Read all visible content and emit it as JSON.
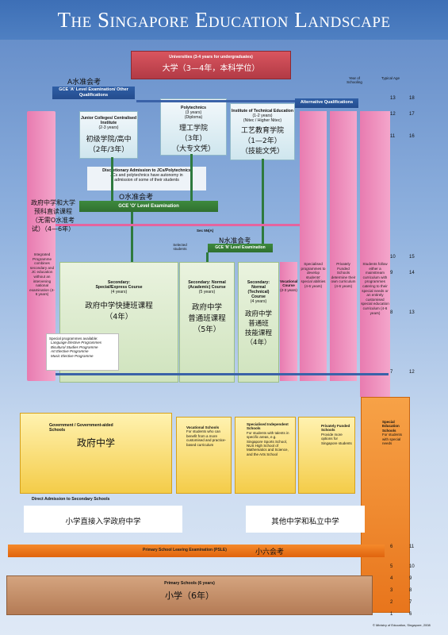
{
  "title": "The Singapore Education Landscape",
  "year_of_schooling_label": "Year of Schooling",
  "typical_age_label": "Typical Age",
  "universities": {
    "title": "Universities (3-4 years for undergraduates)",
    "zh": "大学（3—4年，本科学位）"
  },
  "a_level": {
    "zh": "A水准会考",
    "label": "GCE 'A' Level Examination/ Other Qualifications"
  },
  "alternative_qualifications": "Alternative Qualifications",
  "junior_colleges": {
    "title": "Junior Colleges/ Centralised Institute",
    "years": "(2-3 years)",
    "zh1": "初级学院/高中",
    "zh2": "（2年/3年）"
  },
  "polytechnics": {
    "title": "Polytechnics",
    "years": "(3 years)",
    "diploma": "(Diploma)",
    "zh1": "理工学院",
    "zh2": "（3年）",
    "zh3": "（大专文凭）"
  },
  "ite": {
    "title": "Institute of Technical Education",
    "years": "(1-2 years)",
    "cert": "(Nitec / Higher Nitec)",
    "zh1": "工艺教育学院",
    "zh2": "（1—2年）",
    "zh3": "（技能文凭）"
  },
  "discretionary": {
    "title": "Discretionary Admission to JCs/Polytechnics",
    "text": "JCs and polytechnics have autonomy in admission of some of their students"
  },
  "o_level": {
    "zh": "O水准会考",
    "label": "GCE 'O' Level Examination"
  },
  "integrated": {
    "zh": "政府中学和大学预科直读课程（无需O水准考试）（4—6年）",
    "text": "Integrated Programme combines secondary and JC education without an intervening national examination (4-6 years)"
  },
  "sec5": "Sec 5N(A)",
  "n_level": {
    "zh": "N水准会考",
    "label": "GCE 'N' Level Examination"
  },
  "selected_students": "Selected students",
  "express": {
    "title": "Secondary: Special/Express Course",
    "years": "(4 years)",
    "zh1": "政府中学快捷班课程",
    "zh2": "（4年）"
  },
  "special_programmes": {
    "title": "Special programmes available:",
    "items": [
      "Language Elective Programmes",
      "Bicultural Studies Programme",
      "Art Elective Programme",
      "Music Elective Programme"
    ]
  },
  "normal_academic": {
    "title": "Secondary: Normal (Academic) Course",
    "years": "(5 years)",
    "zh1": "政府中学",
    "zh2": "普通班课程",
    "zh3": "（5年）"
  },
  "normal_technical": {
    "title": "Secondary: Normal (Technical) Course",
    "years": "(4 years)",
    "zh1": "政府中学",
    "zh2": "普通班",
    "zh3": "技能课程",
    "zh4": "（4年）"
  },
  "vocational_course": {
    "title": "Vocational Course",
    "years": "(2-3 years)"
  },
  "specialised_prog": "Specialised programmes to develop students' special abilities (4-6 years)",
  "privately_funded_prog": "Privately Funded Schools determine their own curriculum (4-6 years)",
  "special_needs_prog": "Students follow either a mainstream curriculum with programmes catering to their special needs or an entirely customised special education curriculum (4-6 years)",
  "gov_schools": {
    "title": "Government / Government-aided Schools",
    "zh": "政府中学"
  },
  "vocational_schools": {
    "title": "Vocational Schools",
    "text": "For students who can benefit from a more customised and practice-based curriculum"
  },
  "specialised_independent": {
    "title": "Specialised Independent Schools",
    "text": "For students with talents in specific areas, e.g. Singapore Sports School, NUS High School of Mathematics and Science, and the Arts School"
  },
  "privately_funded": {
    "title": "Privately Funded Schools",
    "text": "Provide more options for Singapore students"
  },
  "special_education": {
    "title": "Special Education Schools",
    "text": "For students with special needs"
  },
  "direct_admission": {
    "title": "Direct Admission to Secondary Schools",
    "zh": "小学直接入学政府中学"
  },
  "other_schools_zh": "其他中学和私立中学",
  "psle": {
    "label": "Primary School Leaving Examination (PSLE)",
    "zh": "小六会考"
  },
  "primary": {
    "title": "Primary Schools (6 years)",
    "zh": "小学（6年）"
  },
  "years_col": [
    "13",
    "12",
    "11",
    "10",
    "9",
    "8",
    "7",
    "6",
    "5",
    "4",
    "3",
    "2",
    "1"
  ],
  "ages_col": [
    "18",
    "17",
    "16",
    "15",
    "14",
    "13",
    "12",
    "11",
    "10",
    "9",
    "8",
    "7",
    "6"
  ],
  "copyright": "© Ministry of Education, Singapore, 2008"
}
